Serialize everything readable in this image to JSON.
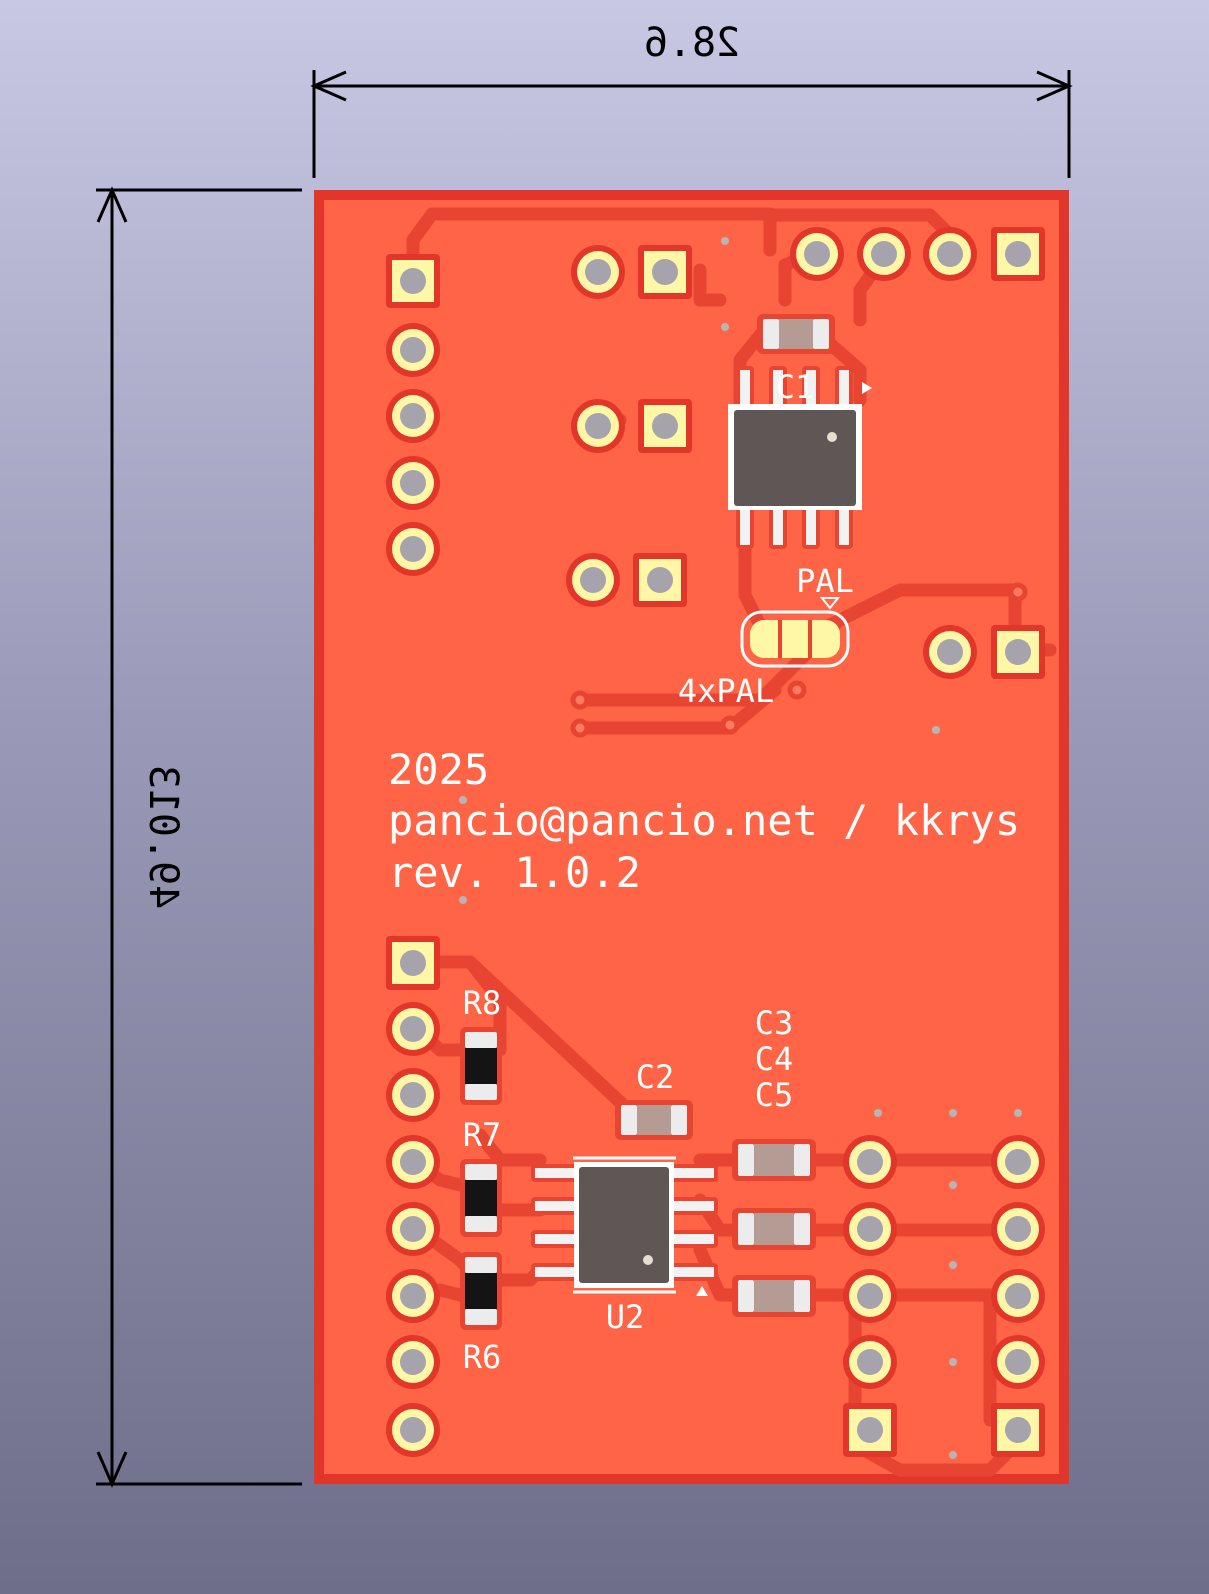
{
  "viewer": {
    "background_top": "#c8c8e4",
    "background_bottom": "#6e6e8a"
  },
  "board": {
    "width_label": "28.6",
    "height_label": "49.013",
    "mask_color": "#ff6446",
    "edge_color": "#e3362a",
    "trace_color": "#e84432",
    "pad_color": "#fdf7a6",
    "chip_color": "#5e5756"
  },
  "silkscreen": {
    "year": "2025",
    "contact": "pancio@pancio.net / kkrys",
    "revision": "rev. 1.0.2",
    "refs": {
      "c1": "C1",
      "c2": "C2",
      "c3": "C3",
      "c4": "C4",
      "c5": "C5",
      "r6": "R6",
      "r7": "R7",
      "r8": "R8",
      "u2": "U2"
    },
    "jumper_top": "PAL",
    "jumper_bottom": "4xPAL"
  }
}
